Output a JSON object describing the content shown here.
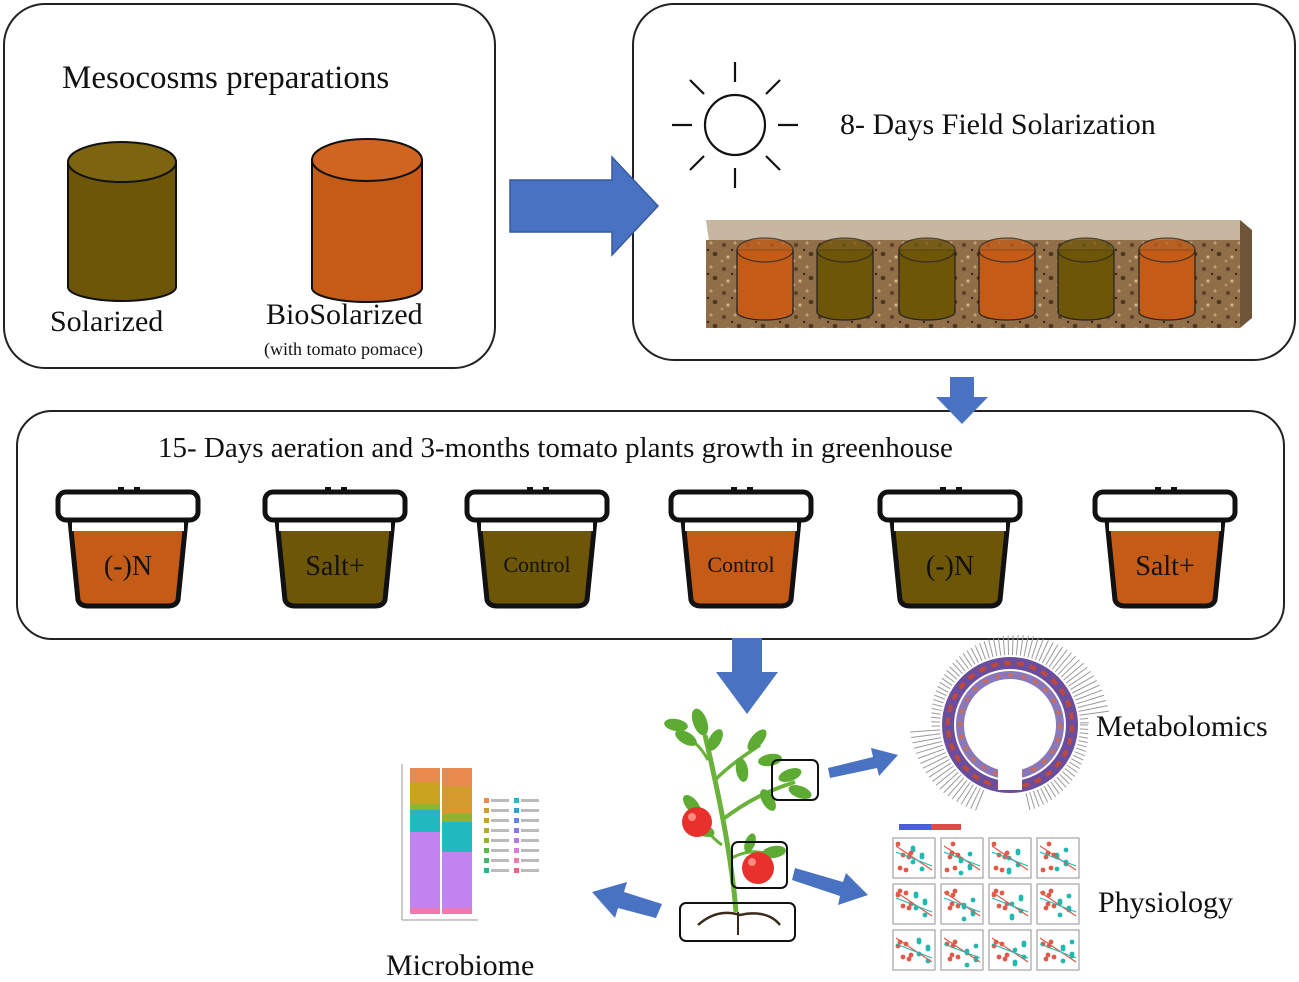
{
  "colors": {
    "solarized": "#6e5608",
    "biosolarized": "#c45c17",
    "arrow": "#4a72c2",
    "soil": "#8a6a45"
  },
  "panel1": {
    "title": "Mesocosms preparations",
    "solarized_label": "Solarized",
    "biosolarized_label": "BioSolarized",
    "biosolarized_note": "(with tomato pomace)"
  },
  "panel2": {
    "title": "8- Days Field Solarization",
    "icon": "sun-icon",
    "field_cylinders": [
      "biosolarized",
      "solarized",
      "solarized",
      "biosolarized",
      "solarized",
      "biosolarized"
    ]
  },
  "panel3": {
    "title": "15- Days aeration  and 3-months  tomato plants growth in greenhouse",
    "pots": [
      {
        "label": "(-)N",
        "fill": "biosolarized"
      },
      {
        "label": "Salt+",
        "fill": "solarized"
      },
      {
        "label": "Control",
        "fill": "solarized"
      },
      {
        "label": "Control",
        "fill": "biosolarized"
      },
      {
        "label": "(-)N",
        "fill": "solarized"
      },
      {
        "label": "Salt+",
        "fill": "biosolarized"
      }
    ]
  },
  "outputs": {
    "metabolomics": "Metabolomics",
    "physiology": "Physiology",
    "microbiome": "Microbiome"
  }
}
